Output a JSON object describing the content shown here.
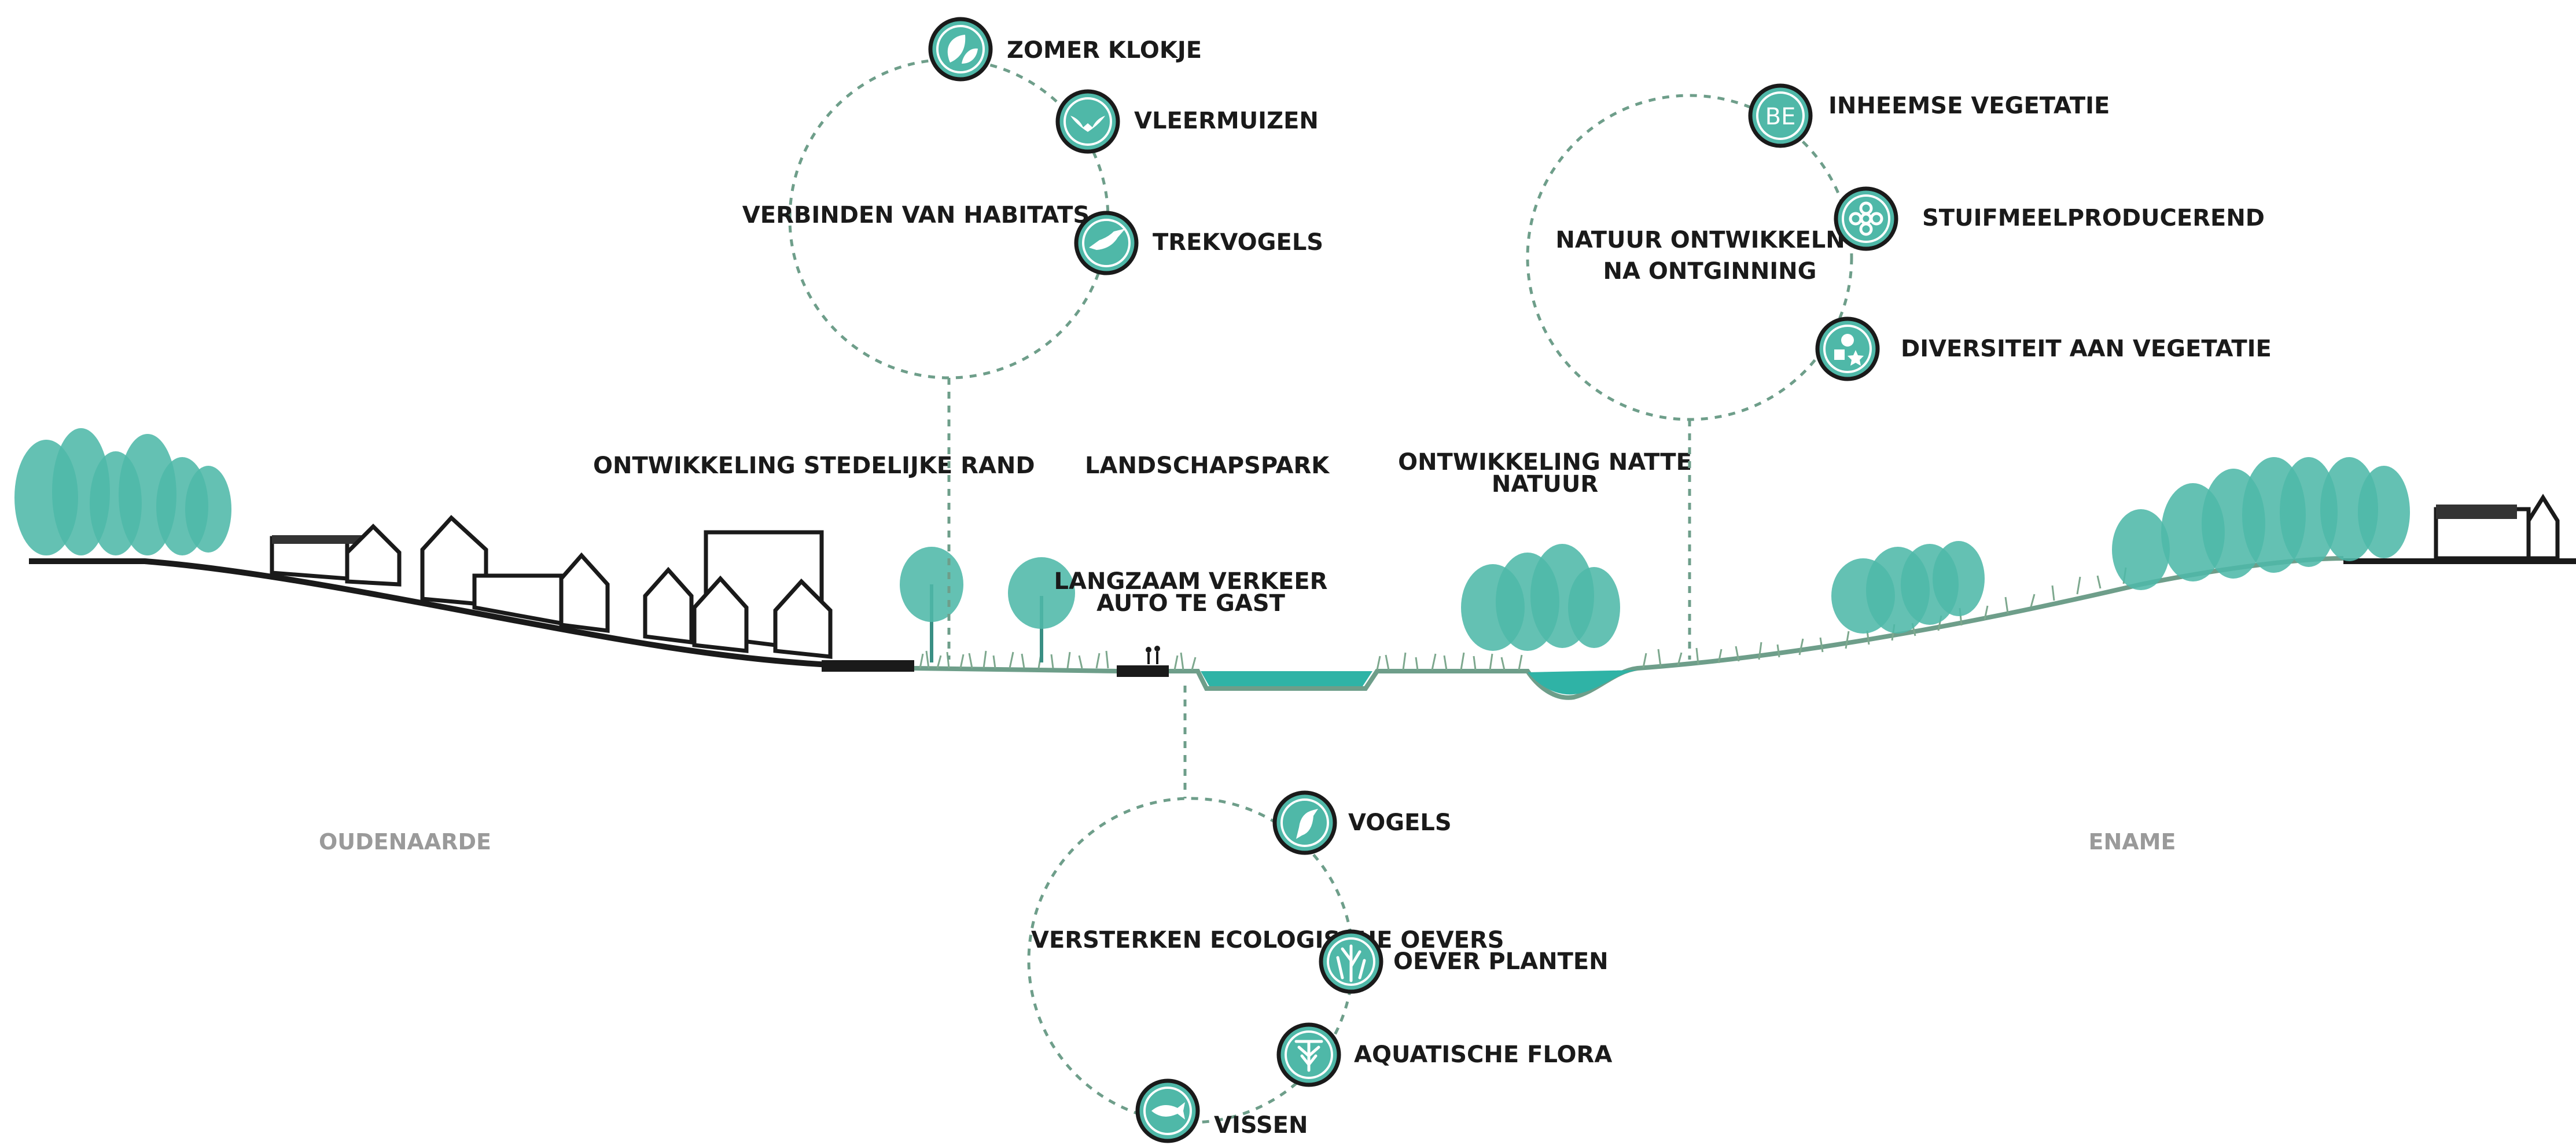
{
  "colors": {
    "teal": "#4fb8a8",
    "dark": "#1a1a1a",
    "dashed_ring": "#6e9e8a",
    "water": "#2fb3a6",
    "place_label": "#9a9a9a"
  },
  "zones": {
    "urban_edge": "ONTWIKKELING STEDELIJKE RAND",
    "landscape_park": "LANDSCHAPSPARK",
    "wet_nature_line1": "ONTWIKKELING NATTE",
    "wet_nature_line2": "NATUUR",
    "slow_traffic_line1": "LANGZAAM VERKEER",
    "slow_traffic_line2": "AUTO TE GAST"
  },
  "places": {
    "left": "OUDENAARDE",
    "right": "ENAME"
  },
  "clusters": {
    "habitats": {
      "title": "VERBINDEN VAN HABITATS",
      "items": [
        {
          "label": "ZOMER KLOKJE",
          "icon": "leaf-icon"
        },
        {
          "label": "VLEERMUIZEN",
          "icon": "bat-icon"
        },
        {
          "label": "TREKVOGELS",
          "icon": "bird-flying-icon"
        }
      ]
    },
    "nature": {
      "title_line1": "NATUUR ONTWIKKELNG",
      "title_line2": "NA ONTGINNING",
      "items": [
        {
          "label": "INHEEMSE VEGETATIE",
          "icon": "be-text-icon",
          "icon_text": "BE"
        },
        {
          "label": "STUIFMEELPRODUCEREND",
          "icon": "flower-icon"
        },
        {
          "label": "DIVERSITEIT AAN VEGETATIE",
          "icon": "shapes-icon"
        }
      ]
    },
    "banks": {
      "title": "VERSTERKEN ECOLOGISCHE OEVERS",
      "items": [
        {
          "label": "VOGELS",
          "icon": "bird-perched-icon"
        },
        {
          "label": "OEVER PLANTEN",
          "icon": "reed-icon"
        },
        {
          "label": "AQUATISCHE FLORA",
          "icon": "aquatic-plant-icon"
        },
        {
          "label": "VISSEN",
          "icon": "fish-icon"
        }
      ]
    }
  }
}
